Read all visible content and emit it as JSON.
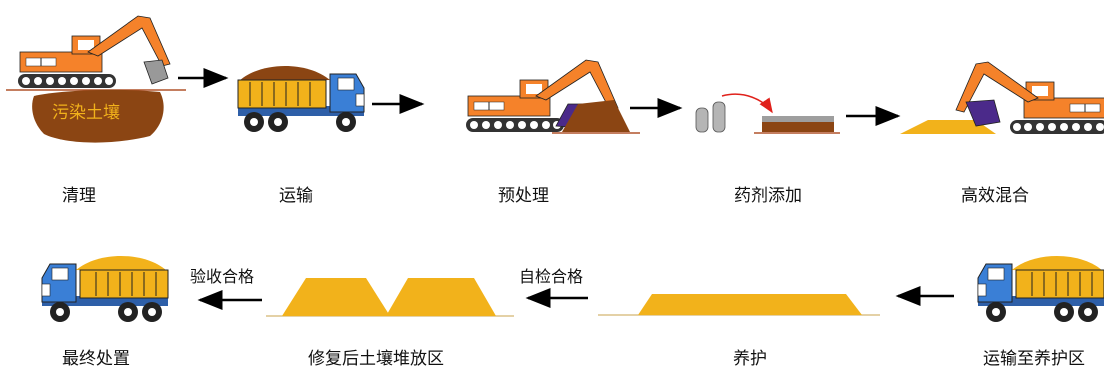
{
  "colors": {
    "excavator": "#F5822A",
    "soil": "#8B4513",
    "soil_light": "#A0522D",
    "treated": "#F2B21B",
    "truck_cab": "#3A7FD6",
    "truck_bed": "#F2B21B",
    "bucket": "#4B2A8A",
    "arrow": "#000000",
    "red_arrow": "#E0211B"
  },
  "soil_badge": "污染土壤",
  "steps_row1": [
    {
      "label": "清理",
      "icon": "excavator-contaminated-soil-icon"
    },
    {
      "label": "运输",
      "icon": "dump-truck-soil-icon"
    },
    {
      "label": "预处理",
      "icon": "excavator-mixing-soil-icon"
    },
    {
      "label": "药剂添加",
      "icon": "reagent-addition-icon"
    },
    {
      "label": "高效混合",
      "icon": "excavator-mixing-treated-icon"
    }
  ],
  "steps_row2": [
    {
      "label": "运输至养护区",
      "icon": "dump-truck-treated-icon"
    },
    {
      "label": "养护",
      "icon": "curing-pile-icon"
    },
    {
      "label": "修复后土壤堆放区",
      "icon": "storage-piles-icon"
    },
    {
      "label": "最终处置",
      "icon": "dump-truck-final-icon"
    }
  ],
  "arrow_labels": {
    "self_check": "自检合格",
    "acceptance": "验收合格"
  }
}
